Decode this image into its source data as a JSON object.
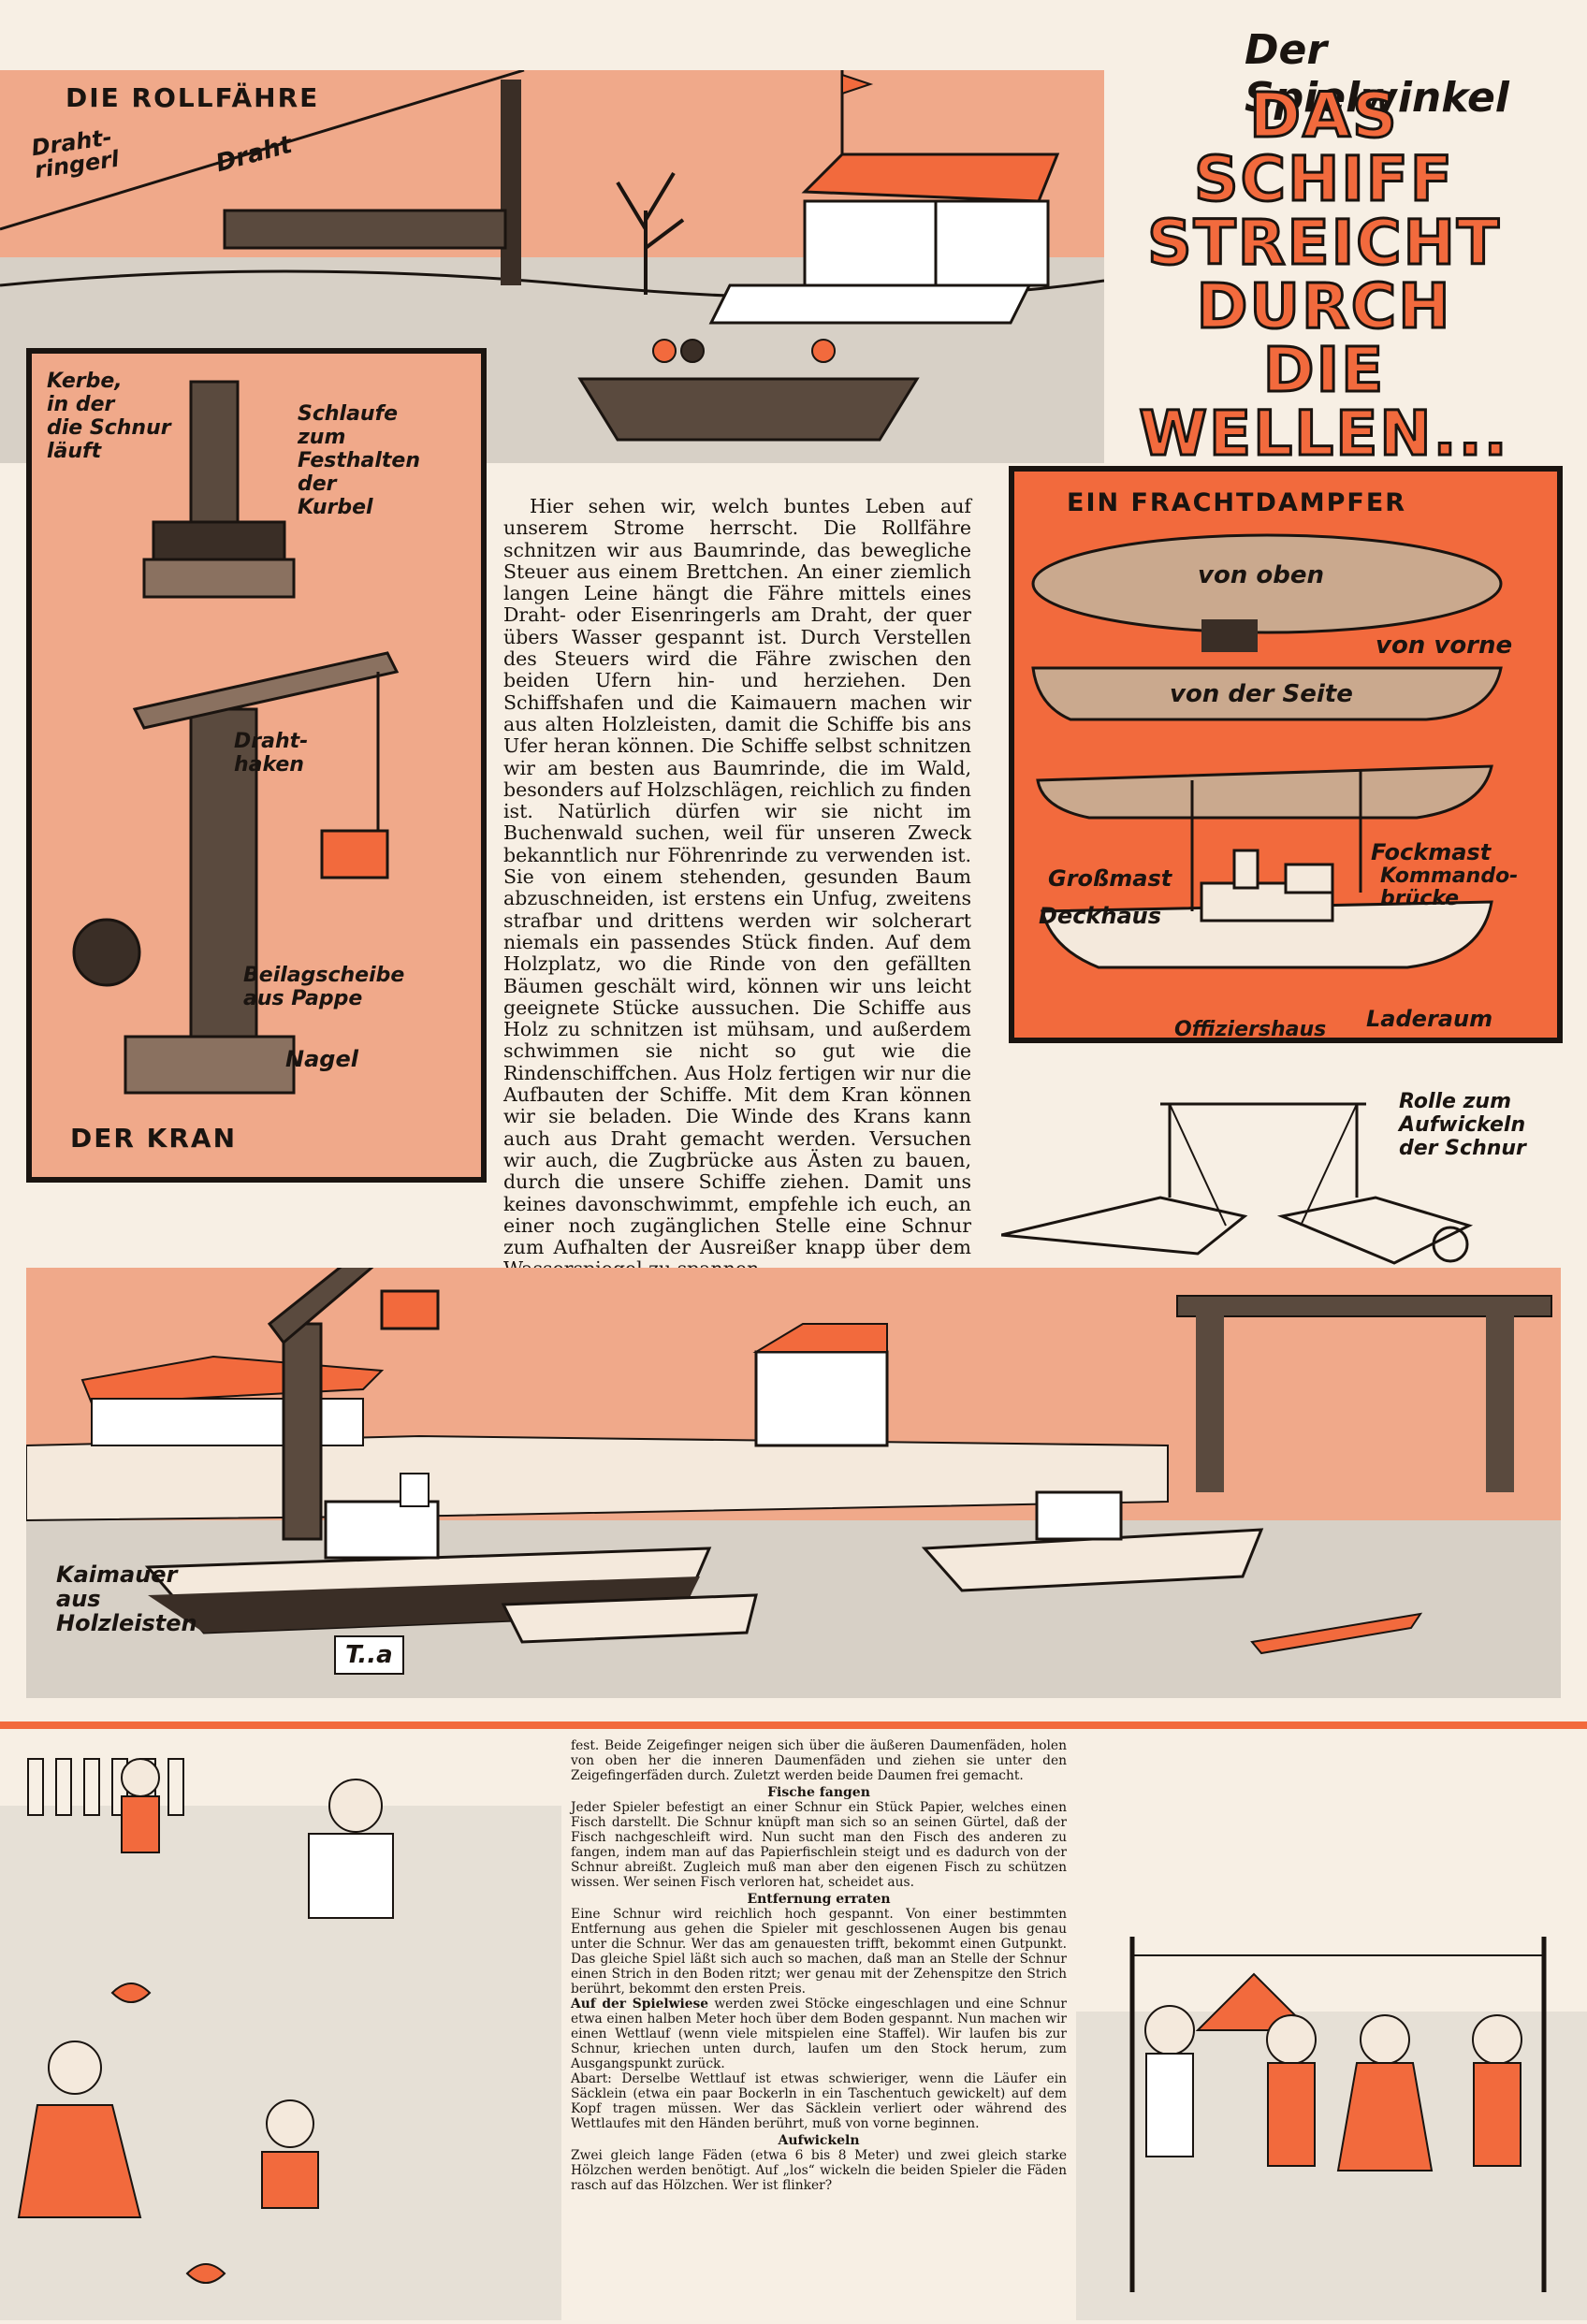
{
  "kicker": "Der Spielwinkel",
  "headline": [
    "DAS",
    "SCHIFF",
    "STREICHT",
    "DURCH",
    "DIE",
    "WELLEN..."
  ],
  "rollfaehre": {
    "title": "DIE ROLLFÄHRE",
    "label_ring": "Draht-\nringerl",
    "label_wire": "Draht"
  },
  "kran": {
    "title": "DER KRAN",
    "notch": "Kerbe,\nin der\ndie Schnur\nläuft",
    "loop": "Schlaufe\nzum\nFesthalten\nder\nKurbel",
    "hook": "Draht-\nhaken",
    "washer": "Beilagscheibe\naus Pappe",
    "nail": "Nagel"
  },
  "frachtdampfer": {
    "title": "EIN FRACHTDAMPFER",
    "top": "von oben",
    "front": "von vorne",
    "side": "von der Seite",
    "grossmast": "Großmast",
    "deckhaus": "Deckhaus",
    "fockmast": "Fockmast",
    "bridge": "Kommando-\nbrücke",
    "officers": "Offiziershaus",
    "hold": "Laderaum"
  },
  "drawbridge_label": "Rolle zum\nAufwickeln\nder Schnur",
  "harbor": {
    "quay_label": "Kaimauer\naus\nHolzleisten",
    "signature": "T..a"
  },
  "main_text": "Hier sehen wir, welch buntes Leben auf unserem Strome herrscht. Die Rollfähre schnitzen wir aus Baumrinde, das bewegliche Steuer aus einem Brettchen. An einer ziemlich langen Leine hängt die Fähre mittels eines Draht- oder Eisenringerls am Draht, der quer übers Wasser gespannt ist. Durch Verstellen des Steuers wird die Fähre zwischen den beiden Ufern hin- und herziehen. Den Schiffshafen und die Kaimauern machen wir aus alten Holzleisten, damit die Schiffe bis ans Ufer heran können. Die Schiffe selbst schnitzen wir am besten aus Baumrinde, die im Wald, besonders auf Holzschlägen, reichlich zu finden ist. Natürlich dürfen wir sie nicht im Buchenwald suchen, weil für unseren Zweck bekanntlich nur Föhrenrinde zu verwenden ist. Sie von einem stehenden, gesunden Baum abzuschneiden, ist erstens ein Unfug, zweitens strafbar und drittens werden wir solcherart niemals ein passendes Stück finden. Auf dem Holzplatz, wo die Rinde von den gefällten Bäumen geschält wird, können wir uns leicht geeignete Stücke aussuchen. Die Schiffe aus Holz zu schnitzen ist mühsam, und außerdem schwimmen sie nicht so gut wie die Rindenschiffchen. Aus Holz fertigen wir nur die Aufbauten der Schiffe. Mit dem Kran können wir sie beladen. Die Winde des Krans kann auch aus Draht gemacht werden. Versuchen wir auch, die Zugbrücke aus Ästen zu bauen, durch die unsere Schiffe ziehen. Damit uns keines davonschwimmt, empfehle ich euch, an einer noch zugänglichen Stelle eine Schnur zum Aufhalten der Ausreißer knapp über dem Wasserspiegel zu spannen.",
  "games": {
    "intro": "fest. Beide Zeigefinger neigen sich über die äußeren Daumenfäden, holen von oben her die inneren Daumenfäden und ziehen sie unter den Zeigefingerfäden durch. Zuletzt werden beide Daumen frei gemacht.",
    "h1": "Fische fangen",
    "p1": "Jeder Spieler befestigt an einer Schnur ein Stück Papier, welches einen Fisch darstellt. Die Schnur knüpft man sich so an seinen Gürtel, daß der Fisch nachgeschleift wird. Nun sucht man den Fisch des anderen zu fangen, indem man auf das Papierfischlein steigt und es dadurch von der Schnur abreißt. Zugleich muß man aber den eigenen Fisch zu schützen wissen. Wer seinen Fisch verloren hat, scheidet aus.",
    "h2": "Entfernung erraten",
    "p2": "Eine Schnur wird reichlich hoch gespannt. Von einer bestimmten Entfernung aus gehen die Spieler mit geschlossenen Augen bis genau unter die Schnur. Wer das am genauesten trifft, bekommt einen Gutpunkt. Das gleiche Spiel läßt sich auch so machen, daß man an Stelle der Schnur einen Strich in den Boden ritzt; wer genau mit der Zehenspitze den Strich berührt, bekommt den ersten Preis.",
    "p3_lead": "Auf der Spielwiese",
    "p3": " werden zwei Stöcke eingeschlagen und eine Schnur etwa einen halben Meter hoch über dem Boden gespannt. Nun machen wir einen Wettlauf (wenn viele mitspielen eine Staffel). Wir laufen bis zur Schnur, kriechen unten durch, laufen um den Stock herum, zum Ausgangspunkt zurück.",
    "p4": "Abart: Derselbe Wettlauf ist etwas schwieriger, wenn die Läufer ein Säcklein (etwa ein paar Bockerln in ein Taschentuch gewickelt) auf dem Kopf tragen müssen. Wer das Säcklein verliert oder während des Wettlaufes mit den Händen berührt, muß von vorne beginnen.",
    "h3": "Aufwickeln",
    "p5": "Zwei gleich lange Fäden (etwa 6 bis 8 Meter) und zwei gleich starke Hölzchen werden benötigt. Auf „los“ wickeln die beiden Spieler die Fäden rasch auf das Hölzchen. Wer ist flinker?"
  }
}
